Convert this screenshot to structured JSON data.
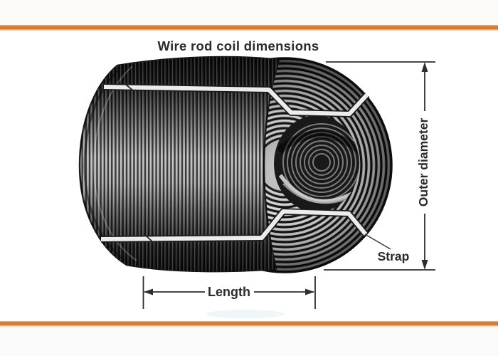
{
  "diagram": {
    "title": "Wire rod coil dimensions",
    "labels": {
      "outer_diameter": "Outer diameter",
      "strap": "Strap",
      "length": "Length"
    }
  },
  "colors": {
    "ink": "#2b2b2b",
    "rule_core": "#d9792f",
    "rule_edge": "#eaa569",
    "page_margin_top": "#fbfaf7",
    "page_margin_bottom": "#fafafa"
  }
}
